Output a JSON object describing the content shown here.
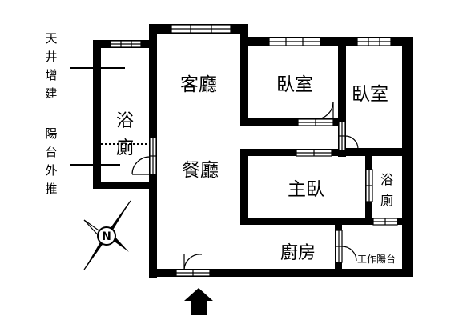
{
  "rooms": {
    "living": "客廳",
    "dining": "餐廳",
    "bedroom_a": "臥室",
    "bedroom_b": "臥室",
    "master": "主臥",
    "bath_left_1": "浴",
    "bath_left_2": "廁",
    "bath_right_1": "浴",
    "bath_right_2": "廁",
    "kitchen": "廚房",
    "work_balcony": "工作陽台"
  },
  "annotations": {
    "tianjing_1": "天",
    "tianjing_2": "井",
    "tianjing_3": "增",
    "tianjing_4": "建",
    "balcony_1": "陽",
    "balcony_2": "台",
    "balcony_3": "外",
    "balcony_4": "推"
  },
  "compass": {
    "north_letter": "N"
  },
  "colors": {
    "wall": "#000000",
    "window_fill": "#ffffff",
    "arrow": "#000000"
  },
  "icons": {
    "compass": "compass-icon",
    "entrance": "entrance-arrow-icon"
  }
}
